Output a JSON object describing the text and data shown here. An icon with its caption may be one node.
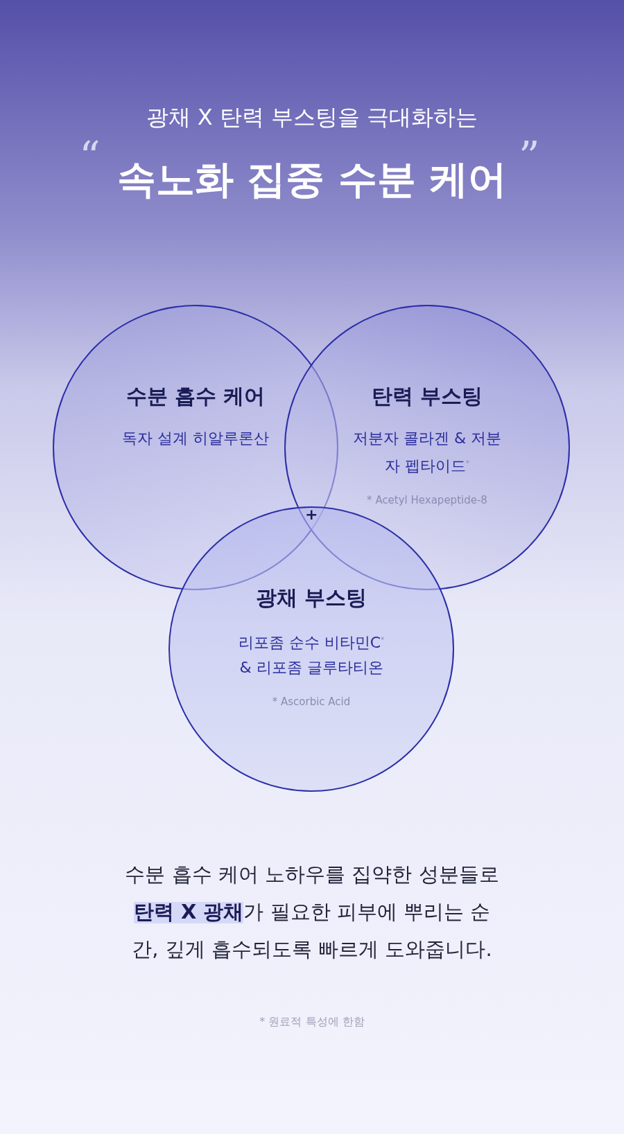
{
  "diagram": {
    "title": "속노화 집중 수분 케어",
    "nodes": [
      {
        "text": [
          "수분 흡수 케어",
          "독자 설계 히알루론산"
        ]
      },
      {
        "text": [
          "탄력 부스팅",
          "저분자 콜라겐 & 저분자 펩타이드$^{*}$",
          "* Acetyl Hexapeptide-8"
        ]
      },
      {
        "text": [
          "광채 부스팅",
          "리포좀 순수 비타민C$^{*}$ & 리포좀 글루타티온",
          "* Ascorbic Acid"
        ]
      }
    ],
    "edges": [],
    "labels": [
      "광채 X 탄력 부스팅을 극대화하는",
      "“",
      "”",
      "+",
      "수분 흡수 케어 노하우를 집약한 성분들로 **탄력 X 광채**가 필요한 피부에 뿌리는 순간, 깊게 흡수되도록 빠르게 도와줍니다.",
      "* 원료적 특성에 한함"
    ]
  }
}
